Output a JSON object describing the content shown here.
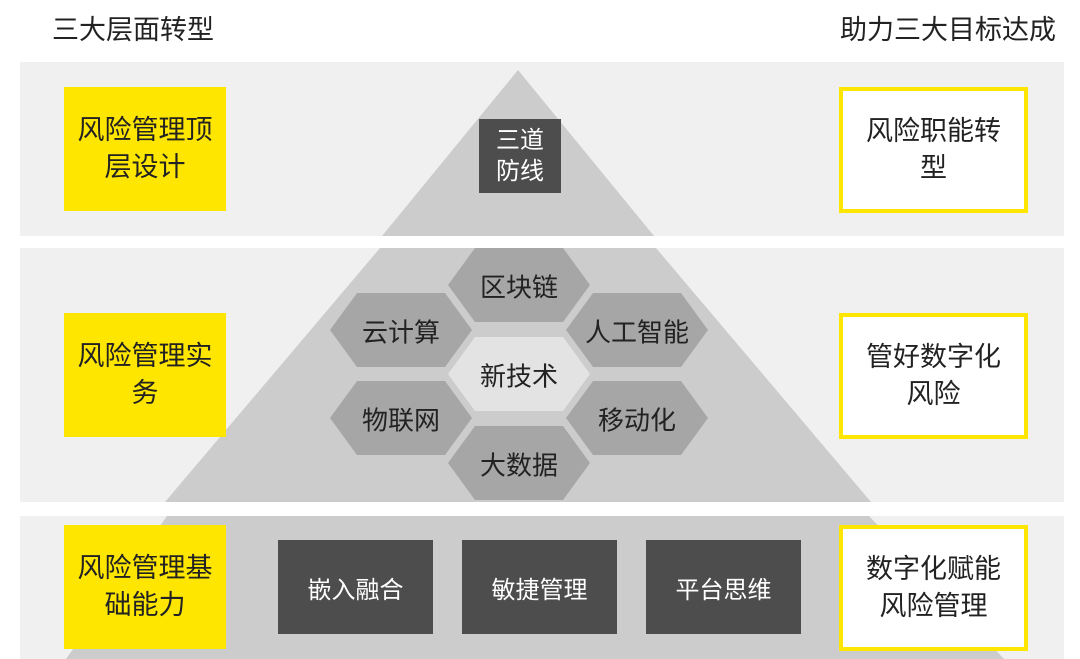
{
  "headers": {
    "left": "三大层面转型",
    "right": "助力三大目标达成"
  },
  "levels": [
    {
      "left": "风险管理顶层设计",
      "right": "风险职能转型"
    },
    {
      "left": "风险管理实务",
      "right": "管好数字化风险"
    },
    {
      "left": "风险管理基础能力",
      "right": "数字化赋能风险管理"
    }
  ],
  "apex": {
    "label": "三道防线"
  },
  "technologies": {
    "center": "新技术",
    "items": [
      "区块链",
      "云计算",
      "人工智能",
      "物联网",
      "移动化",
      "大数据"
    ]
  },
  "base_blocks": [
    "嵌入融合",
    "敏捷管理",
    "平台思维"
  ],
  "colors": {
    "accent_yellow": "#ffe600",
    "dark_box": "#4d4d4d",
    "pyramid": "#cccccc",
    "hexagon": "#a6a6a6",
    "center_hexagon": "#e3e3e3",
    "band": "#f0f0f0"
  }
}
